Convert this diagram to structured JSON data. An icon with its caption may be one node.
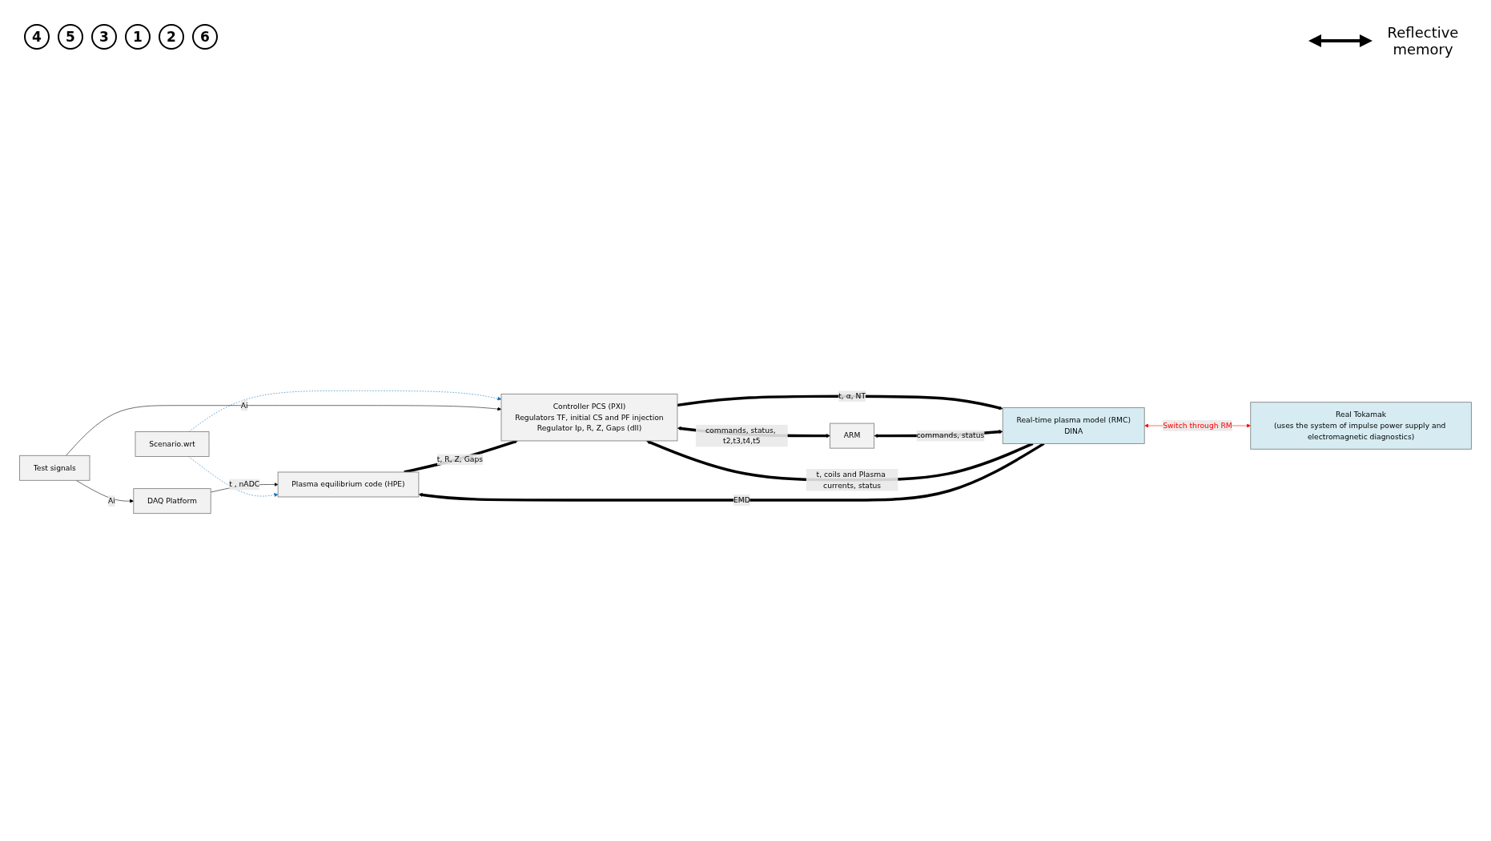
{
  "diagram": {
    "nodes": [
      {
        "text": [
          "Scenario.wrt"
        ]
      },
      {
        "text": [
          "Test signals"
        ]
      },
      {
        "text": [
          "DAQ Platform"
        ]
      },
      {
        "text": [
          "Plasma equilibrium code (HPE)"
        ]
      },
      {
        "text": [
          "Controller PCS (PXI)",
          "Regulators TF,  initial CS and PF injection",
          "Regulator Ip, R, Z, Gaps  (dll)"
        ]
      },
      {
        "text": [
          "ARM"
        ]
      },
      {
        "text": [
          "Real-time plasma model (RMC)",
          "DINA"
        ]
      },
      {
        "text": [
          "Real Tokamak",
          "(uses the system of impulse power supply and electromagnetic diagnostics)"
        ]
      }
    ],
    "edges": [
      {
        "from": 1,
        "to": 2,
        "arrow": "to",
        "label": "Ai"
      },
      {
        "from": 2,
        "to": 3,
        "arrow": "to",
        "label": "t , nADC"
      },
      {
        "from": 0,
        "to": 3,
        "arrow": "to",
        "style": "dashed",
        "color": "#0070c0"
      },
      {
        "from": 0,
        "to": 4,
        "arrow": "to",
        "style": "dashed",
        "color": "#0070c0"
      },
      {
        "from": 1,
        "to": 4,
        "arrow": "to",
        "label": "Ai"
      },
      {
        "from": 3,
        "to": 4,
        "arrow": "to",
        "label": "t,  R, Z, Gaps",
        "style": "thick"
      },
      {
        "from": 4,
        "to": 5,
        "arrow": "both",
        "label": "commands, status, t2,t3,t4,t5",
        "style": "thick"
      },
      {
        "from": 4,
        "to": 6,
        "arrow": "to",
        "label": "t, α, NT",
        "style": "thick"
      },
      {
        "from": 6,
        "to": 4,
        "arrow": "to",
        "label": "t, coils and Plasma currents, status",
        "style": "thick"
      },
      {
        "from": 6,
        "to": 3,
        "arrow": "to",
        "label": "EMD",
        "style": "thick"
      },
      {
        "from": 5,
        "to": 6,
        "arrow": "both",
        "label": "commands, status",
        "style": "thick"
      },
      {
        "from": 6,
        "to": 7,
        "arrow": "both",
        "label": "Switch through RM",
        "color": "#ff0000"
      }
    ],
    "labels": [
      "4",
      "5",
      "3",
      "1",
      "2",
      "6"
    ],
    "legend": [
      {
        "text": "Reflective memory"
      }
    ]
  }
}
